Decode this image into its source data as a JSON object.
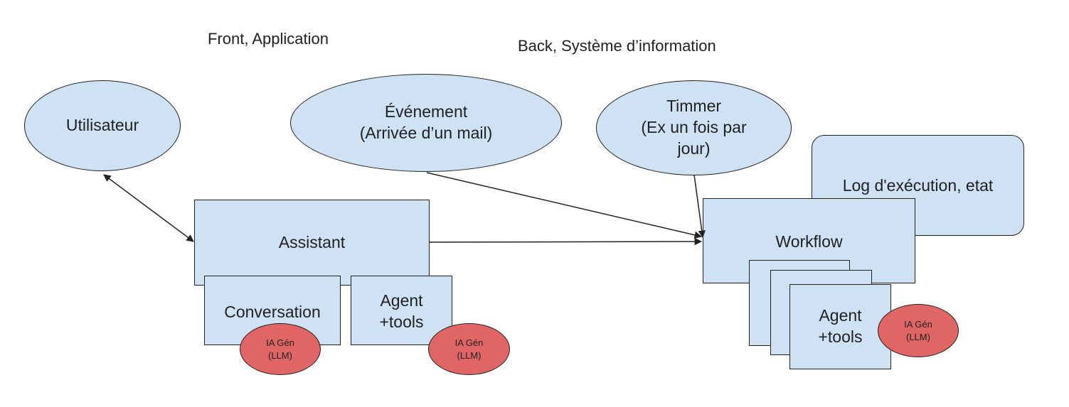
{
  "titles": {
    "front": "Front, Application",
    "back": "Back, Système d’information"
  },
  "nodes": {
    "utilisateur": "Utilisateur",
    "evenement": "Événement\n(Arrivée d’un mail)",
    "timmer": "Timmer\n(Ex un fois par\njour)",
    "log": "Log d'exécution, etat",
    "assistant": "Assistant",
    "conversation": "Conversation",
    "agent_front": "Agent\n+tools",
    "workflow": "Workflow",
    "agent_back": "Agent\n+tools",
    "llm": "IA Gén\n(LLM)"
  },
  "colors": {
    "node_fill": "#cfe2f3",
    "llm_fill": "#e06666",
    "stroke": "#222222"
  }
}
